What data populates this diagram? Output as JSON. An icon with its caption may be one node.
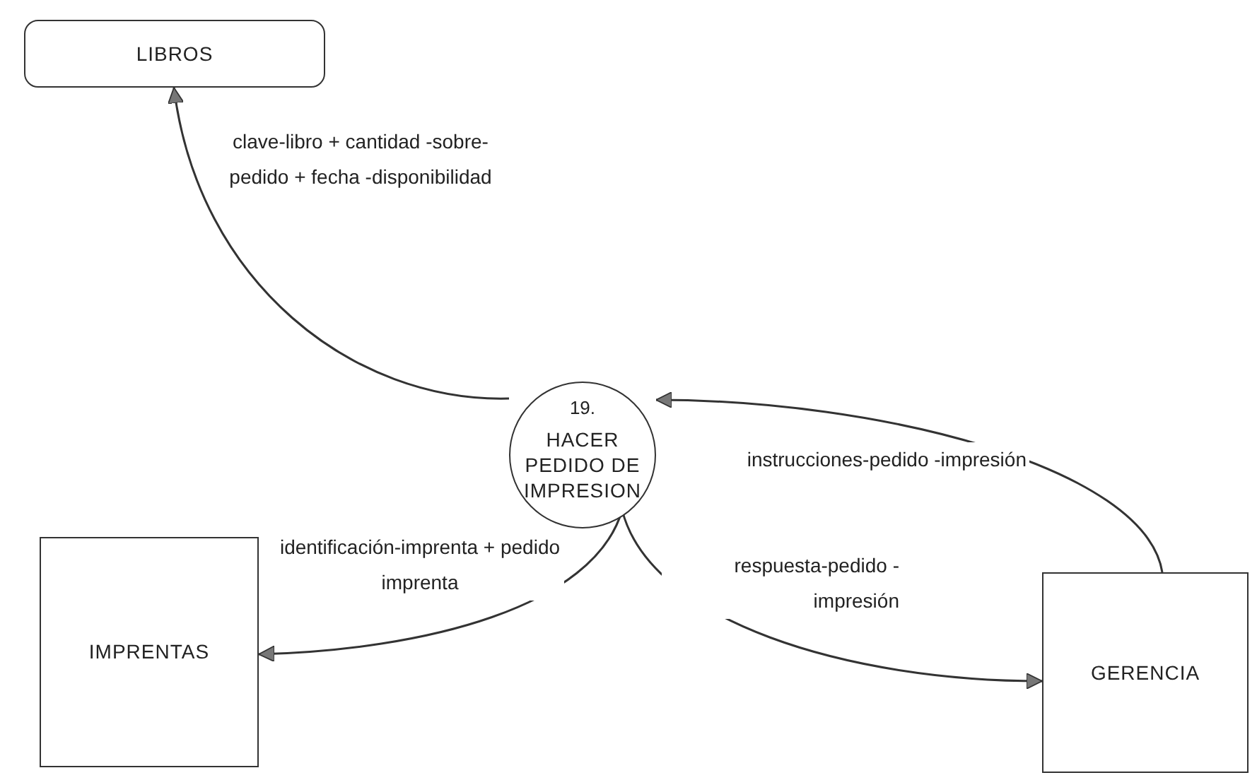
{
  "diagram": {
    "nodes": [
      {
        "text": [
          "LIBROS"
        ]
      },
      {
        "text": [
          "19.",
          "HACER PEDIDO DE IMPRESION"
        ]
      },
      {
        "text": [
          "IMPRENTAS"
        ]
      },
      {
        "text": [
          "GERENCIA"
        ]
      }
    ],
    "edges": [
      {
        "from": 1,
        "to": 0,
        "arrow": "to",
        "label": "clave-libro + cantidad -sobre-pedido + fecha -disponibilidad"
      },
      {
        "from": 3,
        "to": 1,
        "arrow": "to",
        "label": "instrucciones-pedido -impresión"
      },
      {
        "from": 1,
        "to": 2,
        "arrow": "to",
        "label": "identificación-imprenta + pedido imprenta"
      },
      {
        "from": 1,
        "to": 3,
        "arrow": "to",
        "label": "respuesta-pedido -impresión"
      }
    ]
  }
}
